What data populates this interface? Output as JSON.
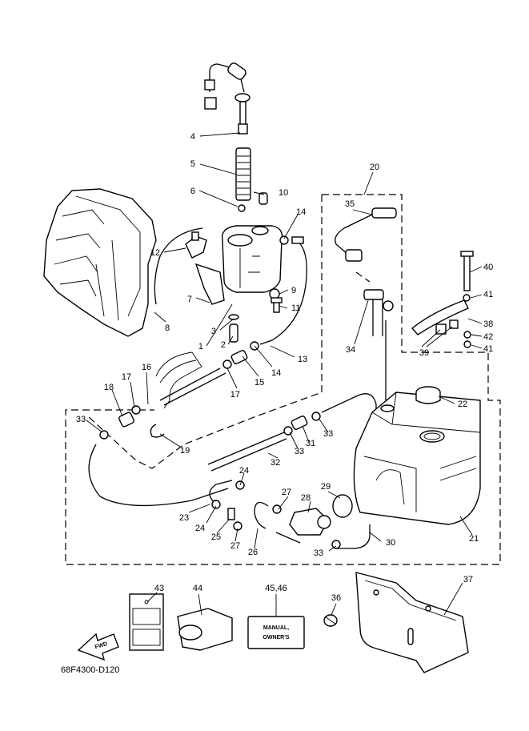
{
  "drawing_code": "68F4300-D120",
  "fwd_label": "FWD",
  "manual_label_line1": "MANUAL,",
  "manual_label_line2": "OWNER'S",
  "callouts": {
    "c4": "4",
    "c5": "5",
    "c6": "6",
    "c10": "10",
    "c14a": "14",
    "c12": "12",
    "c7": "7",
    "c9": "9",
    "c11": "11",
    "c8": "8",
    "c3": "3",
    "c1": "1",
    "c2": "2",
    "c13": "13",
    "c14b": "14",
    "c16": "16",
    "c17a": "17",
    "c15": "15",
    "c17b": "17",
    "c18": "18",
    "c33a": "33",
    "c19": "19",
    "c20": "20",
    "c35": "35",
    "c34": "34",
    "c40": "40",
    "c41a": "41",
    "c38": "38",
    "c42": "42",
    "c41b": "41",
    "c39": "39",
    "c22": "22",
    "c33b": "33",
    "c31": "31",
    "c33c": "33",
    "c32": "32",
    "c24a": "24",
    "c27a": "27",
    "c28": "28",
    "c29": "29",
    "c23": "23",
    "c24b": "24",
    "c25": "25",
    "c27b": "27",
    "c26": "26",
    "c33d": "33",
    "c30": "30",
    "c21": "21",
    "c37": "37",
    "c43": "43",
    "c44": "44",
    "c4546": "45,46",
    "c36": "36"
  }
}
